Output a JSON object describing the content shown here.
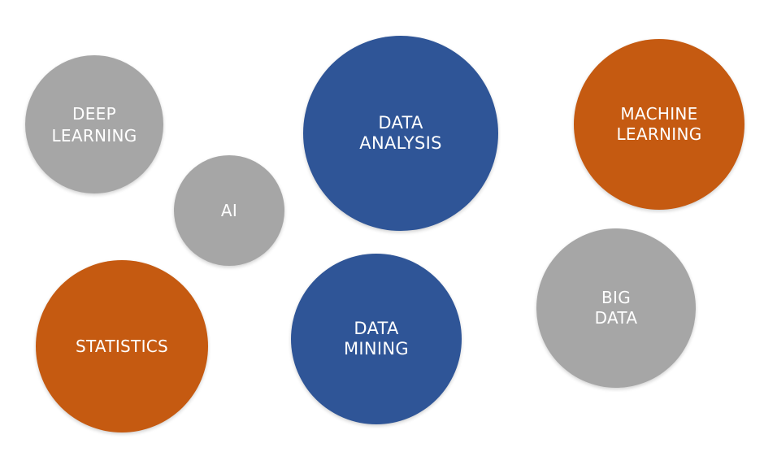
{
  "bubbles": {
    "deep_learning": {
      "lines": [
        "DEEP",
        "LEARNING"
      ],
      "color": "#a6a6a6"
    },
    "ai": {
      "lines": [
        "AI"
      ],
      "color": "#a6a6a6"
    },
    "data_analysis": {
      "lines": [
        "DATA",
        "ANALYSIS"
      ],
      "color": "#2f5597"
    },
    "machine_learning": {
      "lines": [
        "MACHINE",
        "LEARNING"
      ],
      "color": "#c55a11"
    },
    "statistics": {
      "lines": [
        "STATISTICS"
      ],
      "color": "#c55a11"
    },
    "data_mining": {
      "lines": [
        "DATA",
        "MINING"
      ],
      "color": "#2f5597"
    },
    "big_data": {
      "lines": [
        "BIG",
        "DATA"
      ],
      "color": "#a6a6a6"
    }
  }
}
